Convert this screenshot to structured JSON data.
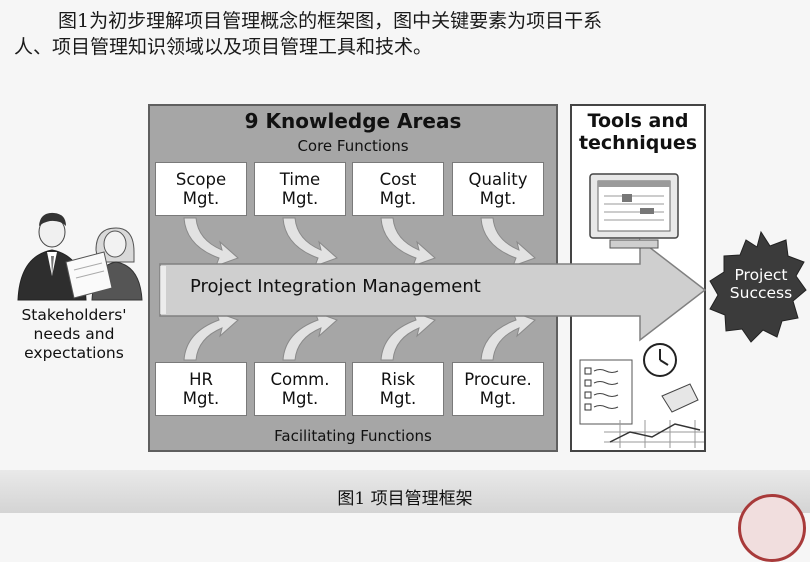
{
  "intro": {
    "line1": "图1为初步理解项目管理概念的框架图，图中关键要素为项目干系",
    "line2": "人、项目管理知识领域以及项目管理工具和技术。"
  },
  "framework": {
    "title": "9 Knowledge Areas",
    "core_label": "Core Functions",
    "facilitating_label": "Facilitating Functions",
    "core_areas": [
      "Scope\nMgt.",
      "Time\nMgt.",
      "Cost\nMgt.",
      "Quality\nMgt."
    ],
    "facilitating_areas": [
      "HR\nMgt.",
      "Comm.\nMgt.",
      "Risk\nMgt.",
      "Procure.\nMgt."
    ],
    "integration_label": "Project Integration Management",
    "stakeholders_label": "Stakeholders'\nneeds and\nexpectations",
    "tools_label": "Tools and\ntechniques",
    "success_label": "Project\nSuccess"
  },
  "caption": "图1  项目管理框架",
  "colors": {
    "panel_gray": "#a6a6a6",
    "arrow_gray": "#cfcfcf",
    "burst": "#3b3b3b",
    "seal_red": "#a83a3a"
  }
}
